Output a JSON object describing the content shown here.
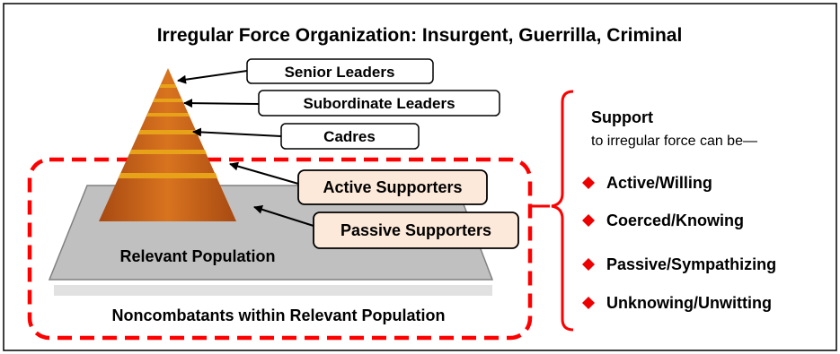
{
  "title": "Irregular Force Organization: Insurgent, Guerrilla, Criminal",
  "pyramid_labels": {
    "senior": "Senior Leaders",
    "subordinate": "Subordinate Leaders",
    "cadres": "Cadres",
    "active": "Active Supporters",
    "passive": "Passive Supporters"
  },
  "population": {
    "label": "Relevant Population",
    "noncombatants": "Noncombatants within Relevant Population"
  },
  "support": {
    "heading": "Support",
    "subheading": "to irregular force can be—",
    "items": [
      "Active/Willing",
      "Coerced/Knowing",
      "Passive/Sympathizing",
      "Unknowing/Unwitting"
    ]
  },
  "colors": {
    "pyramid": "#c8641e",
    "pyramid_band": "#e8a21a",
    "platform": "#c0c0c0",
    "dashed_box": "#ff0000",
    "bullet": "#ee0000",
    "supporter_fill": "#fde9d9"
  }
}
